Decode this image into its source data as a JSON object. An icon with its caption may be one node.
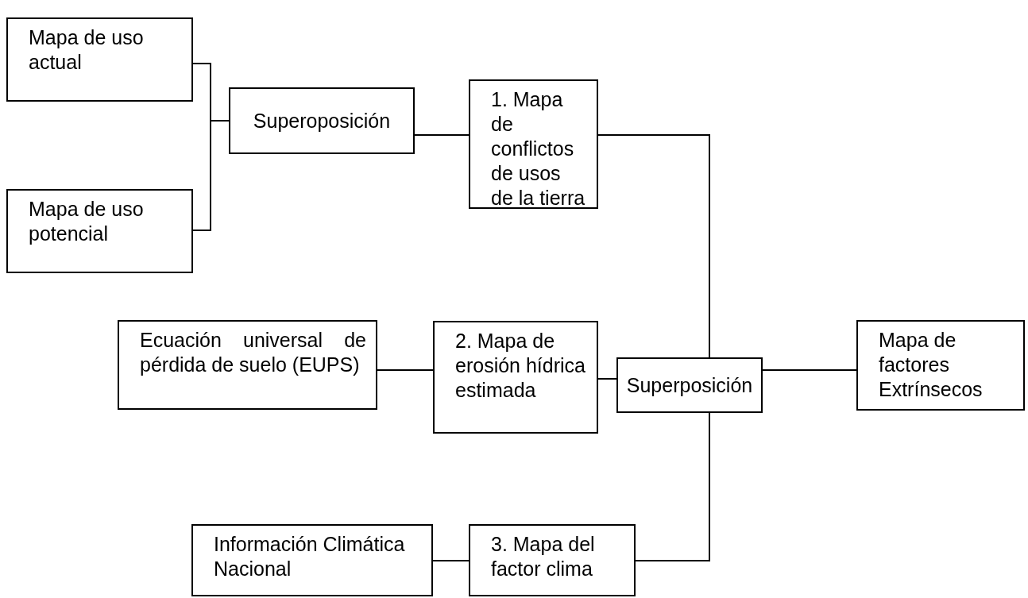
{
  "diagram": {
    "nodes": [
      {
        "text": [
          "Mapa de uso actual"
        ]
      },
      {
        "text": [
          "Mapa de uso potencial"
        ]
      },
      {
        "text": [
          "Superoposición"
        ]
      },
      {
        "text": [
          "1. Mapa de conflictos de usos de la tierra"
        ]
      },
      {
        "text": [
          "Ecuación universal de pérdida de suelo (EUPS)"
        ]
      },
      {
        "text": [
          "2. Mapa de erosión hídrica estimada"
        ]
      },
      {
        "text": [
          "Superposición"
        ]
      },
      {
        "text": [
          "Mapa de factores Extrínsecos"
        ]
      },
      {
        "text": [
          "Información Climática Nacional"
        ]
      },
      {
        "text": [
          "3. Mapa del factor clima"
        ]
      }
    ],
    "edges": [
      {
        "from": 0,
        "to": 2,
        "arrow": "none"
      },
      {
        "from": 1,
        "to": 2,
        "arrow": "none"
      },
      {
        "from": 2,
        "to": 3,
        "arrow": "none"
      },
      {
        "from": 4,
        "to": 5,
        "arrow": "none"
      },
      {
        "from": 5,
        "to": 6,
        "arrow": "none"
      },
      {
        "from": 3,
        "to": 6,
        "arrow": "none"
      },
      {
        "from": 6,
        "to": 7,
        "arrow": "none"
      },
      {
        "from": 8,
        "to": 9,
        "arrow": "none"
      },
      {
        "from": 9,
        "to": 6,
        "arrow": "none"
      }
    ]
  }
}
